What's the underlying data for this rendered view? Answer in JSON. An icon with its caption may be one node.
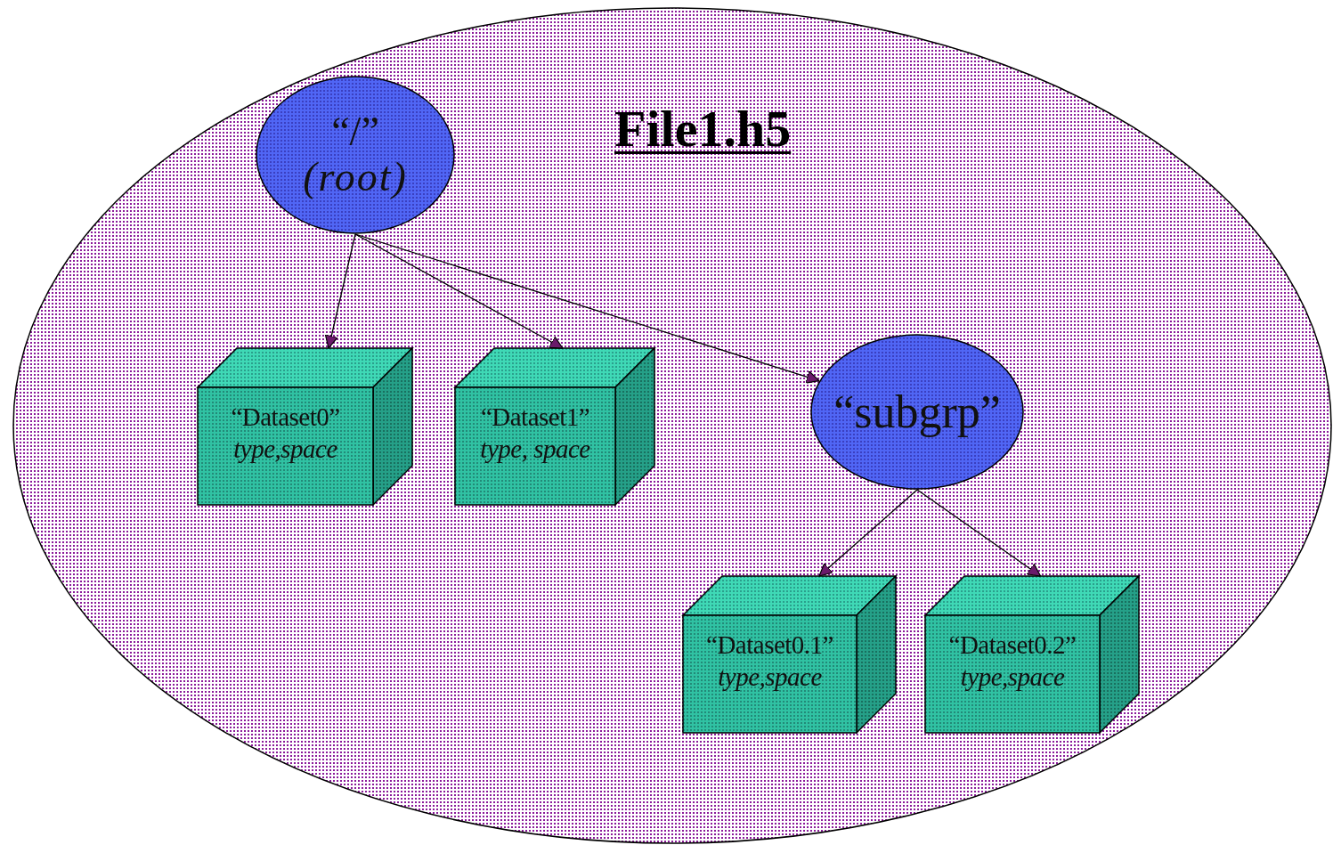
{
  "diagram": {
    "nodes": [
      {
        "text": [
          "File1.h5"
        ]
      },
      {
        "text": [
          "“/”",
          "(root)"
        ],
        "in": 0
      },
      {
        "text": [
          "“Dataset0”",
          "type,space"
        ],
        "in": 0
      },
      {
        "text": [
          "“Dataset1”",
          "type, space"
        ],
        "in": 0
      },
      {
        "text": [
          "“subgrp”"
        ],
        "in": 0
      },
      {
        "text": [
          "“Dataset0.1”",
          "type,space"
        ],
        "in": 0
      },
      {
        "text": [
          "“Dataset0.2”",
          "type,space"
        ],
        "in": 0
      }
    ],
    "edges": [
      {
        "from": 1,
        "to": 2,
        "arrow": "to"
      },
      {
        "from": 1,
        "to": 3,
        "arrow": "to"
      },
      {
        "from": 1,
        "to": 4,
        "arrow": "to"
      },
      {
        "from": 4,
        "to": 5,
        "arrow": "to"
      },
      {
        "from": 4,
        "to": 6,
        "arrow": "to"
      }
    ]
  }
}
